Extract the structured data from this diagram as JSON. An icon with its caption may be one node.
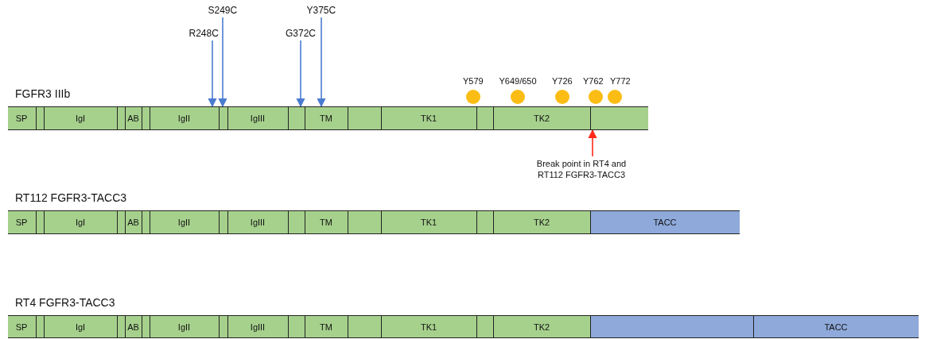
{
  "diagram": {
    "nodes": [
      {
        "text": [
          "S249C"
        ]
      },
      {
        "text": [
          "Y375C"
        ]
      },
      {
        "text": [
          "R248C"
        ]
      },
      {
        "text": [
          "G372C"
        ]
      },
      {
        "text": [
          "Y579"
        ]
      },
      {
        "text": [
          "Y649/650"
        ]
      },
      {
        "text": [
          "Y726"
        ]
      },
      {
        "text": [
          "Y762"
        ]
      },
      {
        "text": [
          "Y772"
        ]
      },
      {
        "text": [
          "FGFR3 IIIb"
        ]
      },
      {
        "text": [
          "SP"
        ],
        "in": 9
      },
      {
        "text": [],
        "shape": "box",
        "in": 9
      },
      {
        "text": [
          "IgI"
        ],
        "in": 9
      },
      {
        "text": [],
        "shape": "box",
        "in": 9
      },
      {
        "text": [
          "AB"
        ],
        "in": 9
      },
      {
        "text": [],
        "shape": "box",
        "in": 9
      },
      {
        "text": [
          "IgII"
        ],
        "in": 9
      },
      {
        "text": [],
        "shape": "box",
        "in": 9
      },
      {
        "text": [
          "IgIII"
        ],
        "in": 9
      },
      {
        "text": [],
        "shape": "box",
        "in": 9
      },
      {
        "text": [
          "TM"
        ],
        "in": 9
      },
      {
        "text": [],
        "shape": "box",
        "in": 9
      },
      {
        "text": [
          "TK1"
        ],
        "in": 9
      },
      {
        "text": [],
        "shape": "box",
        "in": 9
      },
      {
        "text": [
          "TK2"
        ],
        "in": 9
      },
      {
        "text": [],
        "shape": "box",
        "in": 9
      },
      {
        "text": [
          "Break point in RT4 and RT112 FGFR3-TACC3"
        ]
      },
      {
        "text": [
          "RT112 FGFR3-TACC3"
        ]
      },
      {
        "text": [
          "SP"
        ],
        "in": 27
      },
      {
        "text": [],
        "shape": "box",
        "in": 27
      },
      {
        "text": [
          "IgI"
        ],
        "in": 27
      },
      {
        "text": [],
        "shape": "box",
        "in": 27
      },
      {
        "text": [
          "AB"
        ],
        "in": 27
      },
      {
        "text": [],
        "shape": "box",
        "in": 27
      },
      {
        "text": [
          "IgII"
        ],
        "in": 27
      },
      {
        "text": [],
        "shape": "box",
        "in": 27
      },
      {
        "text": [
          "IgIII"
        ],
        "in": 27
      },
      {
        "text": [],
        "shape": "box",
        "in": 27
      },
      {
        "text": [
          "TM"
        ],
        "in": 27
      },
      {
        "text": [],
        "shape": "box",
        "in": 27
      },
      {
        "text": [
          "TK1"
        ],
        "in": 27
      },
      {
        "text": [],
        "shape": "box",
        "in": 27
      },
      {
        "text": [
          "TK2"
        ],
        "in": 27
      },
      {
        "text": [
          "TACC"
        ],
        "in": 27
      },
      {
        "text": [
          "RT4 FGFR3-TACC3"
        ]
      },
      {
        "text": [
          "SP"
        ],
        "in": 44
      },
      {
        "text": [],
        "shape": "box",
        "in": 44
      },
      {
        "text": [
          "IgI"
        ],
        "in": 44
      },
      {
        "text": [],
        "shape": "box",
        "in": 44
      },
      {
        "text": [
          "AB"
        ],
        "in": 44
      },
      {
        "text": [],
        "shape": "box",
        "in": 44
      },
      {
        "text": [
          "IgII"
        ],
        "in": 44
      },
      {
        "text": [],
        "shape": "box",
        "in": 44
      },
      {
        "text": [
          "IgIII"
        ],
        "in": 44
      },
      {
        "text": [],
        "shape": "box",
        "in": 44
      },
      {
        "text": [
          "TM"
        ],
        "in": 44
      },
      {
        "text": [],
        "shape": "box",
        "in": 44
      },
      {
        "text": [
          "TK1"
        ],
        "in": 44
      },
      {
        "text": [],
        "shape": "box",
        "in": 44
      },
      {
        "text": [
          "TK2"
        ],
        "in": 44
      },
      {
        "text": [],
        "shape": "box",
        "in": 44
      },
      {
        "text": [
          "TACC"
        ],
        "in": 44
      }
    ],
    "edges": [
      {
        "from": 0,
        "to": 17,
        "arrow": "to"
      },
      {
        "from": 1,
        "to": 20,
        "arrow": "to"
      },
      {
        "from": 2,
        "to": 16,
        "arrow": "to"
      },
      {
        "from": 3,
        "to": 19,
        "arrow": "to"
      },
      {
        "from": 26,
        "to": 25,
        "arrow": "to",
        "color": "#ff2a1a"
      }
    ]
  }
}
